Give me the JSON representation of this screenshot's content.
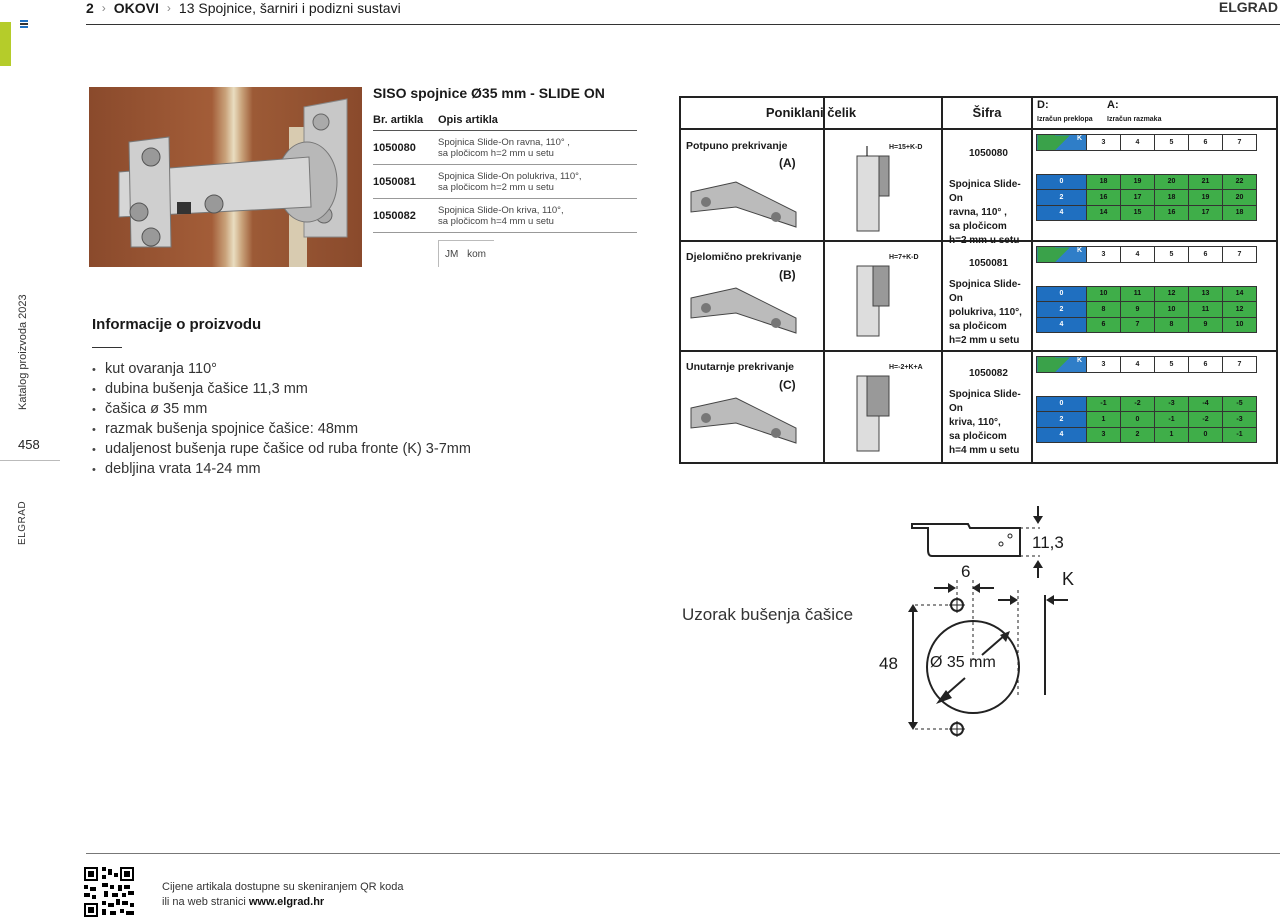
{
  "breadcrumb": {
    "page_num": "2",
    "section": "OKOVI",
    "subsection": "13  Spojnice, šarniri i podizni sustavi"
  },
  "header_brand": "ELGRAD",
  "sidebar": {
    "catalog_label": "Katalog proizvoda 2023",
    "page_number": "458",
    "brand": "ELGRAD"
  },
  "product": {
    "title": "SISO spojnice Ø35 mm - SLIDE ON",
    "columns": [
      "Br. artikla",
      "Opis artikla"
    ],
    "rows": [
      {
        "code": "1050080",
        "desc_line1": "Spojnica Slide-On ravna, 110° ,",
        "desc_line2": "sa pločicom h=2 mm u setu"
      },
      {
        "code": "1050081",
        "desc_line1": "Spojnica Slide-On polukriva, 110°,",
        "desc_line2": "sa pločicom h=2 mm u setu"
      },
      {
        "code": "1050082",
        "desc_line1": "Spojnica Slide-On kriva, 110°,",
        "desc_line2": "sa pločicom h=4 mm u setu"
      }
    ],
    "unit_jm": "JM",
    "unit_kom": "kom"
  },
  "info": {
    "title": "Informacije o proizvodu",
    "items": [
      "kut ovaranja 110°",
      "dubina bušenja čašice 11,3 mm",
      "čašica ø 35 mm",
      "razmak bušenja spojnice čašice: 48mm",
      "udaljenost bušenja rupe čašice od ruba fronte (K) 3-7mm",
      "debljina vrata 14-24 mm"
    ]
  },
  "spec_table": {
    "header_material": "Poniklani čelik",
    "header_code": "Šifra",
    "header_d": "D:",
    "header_d_sub": "Izračun preklopa",
    "header_a": "A:",
    "header_a_sub": "Izračun razmaka",
    "rows": [
      {
        "name": "Potpuno prekrivanje",
        "letter": "(A)",
        "formula": "H=15+K-D",
        "code": "1050080",
        "desc": [
          "Spojnica Slide-On",
          "ravna, 110° ,",
          "sa pločicom",
          "h=2 mm u setu"
        ],
        "k_cols": [
          "3",
          "4",
          "5",
          "6",
          "7"
        ],
        "grid": [
          {
            "d": "0",
            "vals": [
              "18",
              "19",
              "20",
              "21",
              "22"
            ]
          },
          {
            "d": "2",
            "vals": [
              "16",
              "17",
              "18",
              "19",
              "20"
            ]
          },
          {
            "d": "4",
            "vals": [
              "14",
              "15",
              "16",
              "17",
              "18"
            ]
          }
        ]
      },
      {
        "name": "Djelomično prekrivanje",
        "letter": "(B)",
        "formula": "H=7+K-D",
        "code": "1050081",
        "desc": [
          "Spojnica Slide-On",
          "polukriva, 110°,",
          "sa pločicom",
          "h=2 mm u setu"
        ],
        "k_cols": [
          "3",
          "4",
          "5",
          "6",
          "7"
        ],
        "grid": [
          {
            "d": "0",
            "vals": [
              "10",
              "11",
              "12",
              "13",
              "14"
            ]
          },
          {
            "d": "2",
            "vals": [
              "8",
              "9",
              "10",
              "11",
              "12"
            ]
          },
          {
            "d": "4",
            "vals": [
              "6",
              "7",
              "8",
              "9",
              "10"
            ]
          }
        ]
      },
      {
        "name": "Unutarnje prekrivanje",
        "letter": "(C)",
        "formula": "H=-2+K+A",
        "code": "1050082",
        "desc": [
          "Spojnica Slide-On",
          "kriva, 110°,",
          "sa pločicom",
          "h=4 mm u setu"
        ],
        "k_cols": [
          "3",
          "4",
          "5",
          "6",
          "7"
        ],
        "grid": [
          {
            "d": "0",
            "vals": [
              "-1",
              "-2",
              "-3",
              "-4",
              "-5"
            ]
          },
          {
            "d": "2",
            "vals": [
              "1",
              "0",
              "-1",
              "-2",
              "-3"
            ]
          },
          {
            "d": "4",
            "vals": [
              "3",
              "2",
              "1",
              "0",
              "-1"
            ]
          }
        ]
      }
    ],
    "k_label": "K"
  },
  "drill": {
    "label": "Uzorak bušenja čašice",
    "dim_48": "48",
    "dim_113": "11,3",
    "dim_6": "6",
    "dim_k": "K",
    "dim_dia": "Ø 35 mm"
  },
  "footer": {
    "line1": "Cijene artikala dostupne su skeniranjem QR koda",
    "line2_prefix": "ili na web stranici ",
    "line2_link": "www.elgrad.hr"
  },
  "colors": {
    "accent_green": "#b5cc2a",
    "grid_blue": "#1f6fc0",
    "grid_green": "#3fae49"
  }
}
